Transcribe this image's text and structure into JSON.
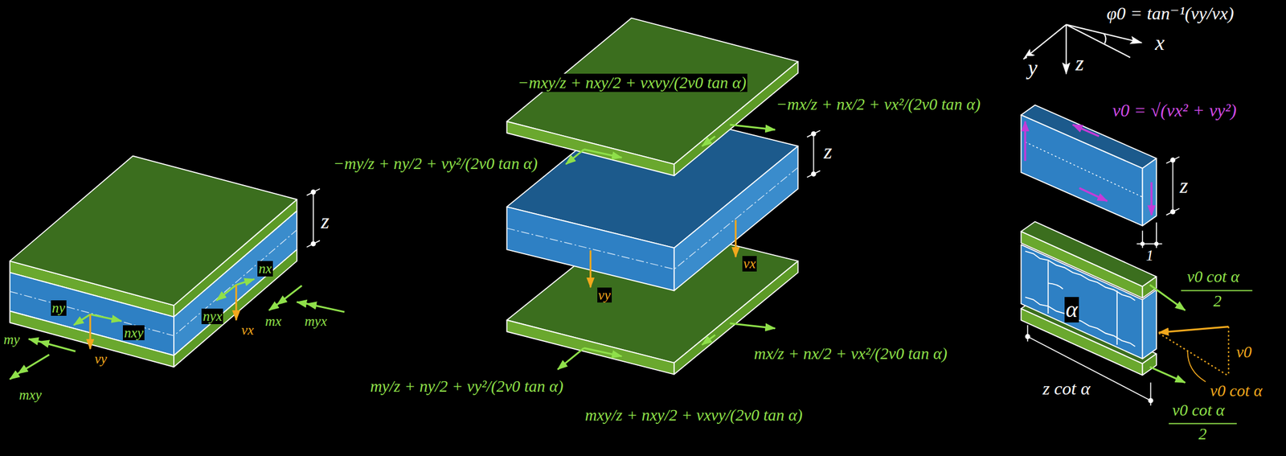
{
  "diagram": {
    "labels": [
      "z",
      "nx",
      "nyx",
      "vx",
      "mx",
      "myx",
      "ny",
      "nxy",
      "vy",
      "my",
      "mxy",
      "−mxy/z + nxy/2 + vxvy/(2v0 tan α)",
      "−mx/z + nx/2 + vx²/(2v0 tan α)",
      "−my/z + ny/2 + vy²/(2v0 tan α)",
      "z",
      "vy",
      "vx",
      "my/z + ny/2 + vy²/(2v0 tan α)",
      "mxy/z + nxy/2 + vxvy/(2v0 tan α)",
      "mx/z + nx/2 + vx²/(2v0 tan α)",
      "φ0 = tan⁻¹(vy/vx)",
      "x",
      "y",
      "z",
      "v0 = √(vx² + vy²)",
      "z",
      "1",
      "v0 cot α",
      "2",
      "α",
      "v0",
      "v0 cot α",
      "z cot α",
      "v0 cot α",
      "2"
    ]
  }
}
